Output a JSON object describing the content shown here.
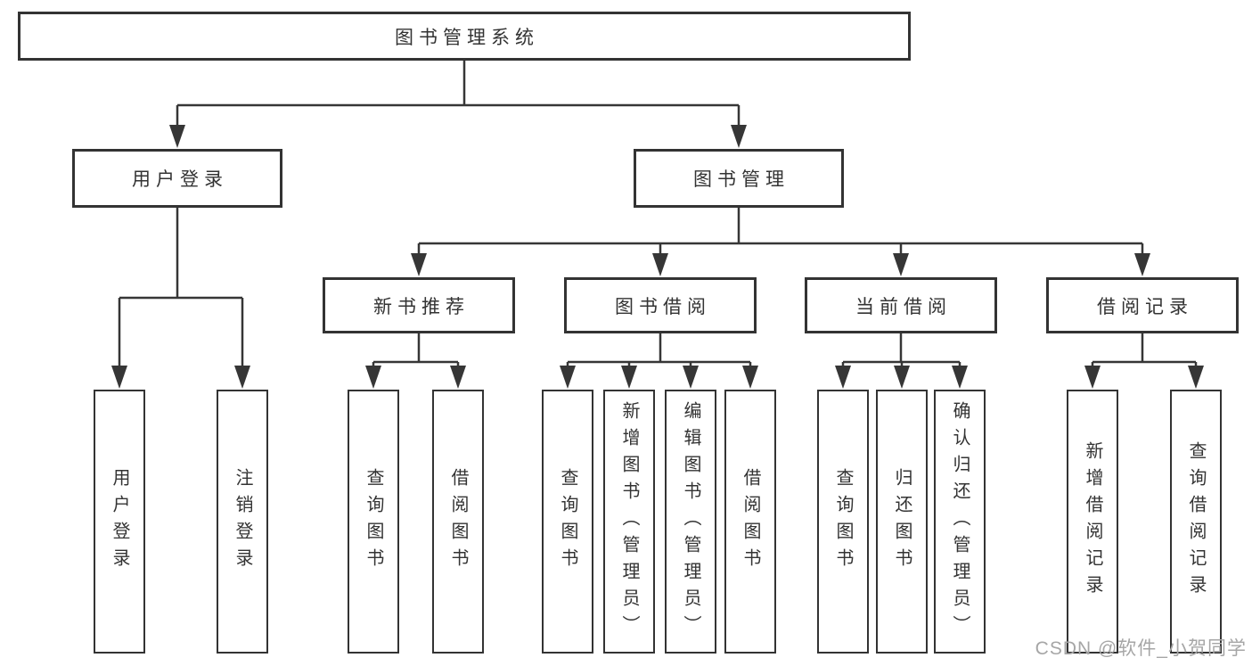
{
  "diagram": {
    "tree": {
      "label": "图书管理系统",
      "children": [
        {
          "label": "用户登录",
          "children": [
            {
              "label": "用户登录"
            },
            {
              "label": "注销登录"
            }
          ]
        },
        {
          "label": "图书管理",
          "children": [
            {
              "label": "新书推荐",
              "children": [
                {
                  "label": "查询图书"
                },
                {
                  "label": "借阅图书"
                }
              ]
            },
            {
              "label": "图书借阅",
              "children": [
                {
                  "label": "查询图书"
                },
                {
                  "label": "新增图书（管理员）"
                },
                {
                  "label": "编辑图书（管理员）"
                },
                {
                  "label": "借阅图书"
                }
              ]
            },
            {
              "label": "当前借阅",
              "children": [
                {
                  "label": "查询图书"
                },
                {
                  "label": "归还图书"
                },
                {
                  "label": "确认归还（管理员）"
                }
              ]
            },
            {
              "label": "借阅记录",
              "children": [
                {
                  "label": "新增借阅记录"
                },
                {
                  "label": "查询借阅记录"
                }
              ]
            }
          ]
        }
      ]
    },
    "colors": {
      "line": "#363636",
      "box_border": "#333333",
      "text": "#333333",
      "background": "#ffffff",
      "watermark": "#a6a6a6"
    }
  },
  "watermark": {
    "text": "CSDN @软件_小贺同学"
  }
}
